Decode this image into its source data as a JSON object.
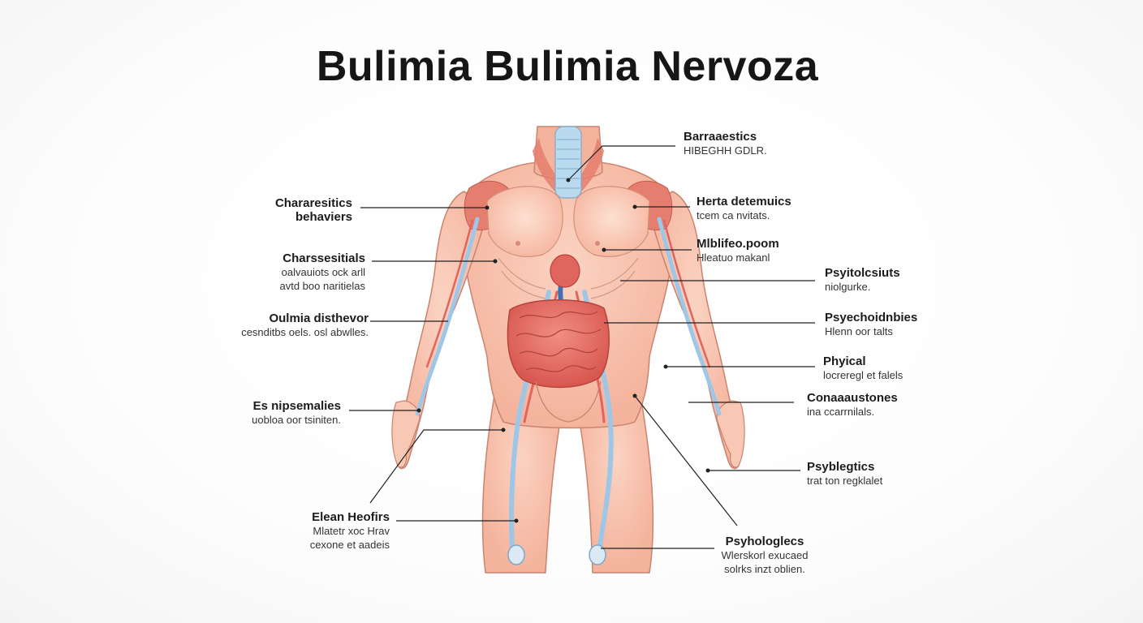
{
  "title": "Bulimia Bulimia Nervoza",
  "colors": {
    "skin": "#f7c3ae",
    "skin_outline": "#c98470",
    "muscle": "#e57e6f",
    "organ": "#e0655e",
    "vessel_blue": "#9ec6e6"
  },
  "labels": {
    "l1": {
      "heading": "Chararesitics",
      "sub1": "behaviers"
    },
    "l2": {
      "heading": "Charssesitials",
      "sub1": "oalvauiots ock arll",
      "sub2": "avtd boo naritielas"
    },
    "l3": {
      "heading": "Oulmia disthevor",
      "sub1": "cesnditbs oels. osl abwlles."
    },
    "l4": {
      "heading": "Es nipsemalies",
      "sub1": "uobloa oor tsiniten."
    },
    "l5": {
      "heading": "Elean Heofirs",
      "sub1": "Mlatetr xoc Hrav",
      "sub2": "cexone et aadeis"
    },
    "r1": {
      "heading": "Barraaestics",
      "sub1": "HIBEGHH GDLR."
    },
    "r2": {
      "heading": "Herta detemuics",
      "sub1": "tcem ca nvitats."
    },
    "r3": {
      "heading": "Mlblifeo.poom",
      "sub1": "Hleatuo makanl"
    },
    "r4": {
      "heading": "Psyitolcsiuts",
      "sub1": "niolgurke."
    },
    "r5": {
      "heading": "Psyechoidnbies",
      "sub1": "Hlenn oor talts"
    },
    "r6": {
      "heading": "Phyical",
      "sub1": "locreregl et falels"
    },
    "r7": {
      "heading": "Conaaaustones",
      "sub1": "ina ccarrnilals."
    },
    "r8": {
      "heading": "Psyblegtics",
      "sub1": "trat ton regklalet"
    },
    "r9": {
      "heading": "Psyhologlecs",
      "sub1": "Wlerskorl exucaed",
      "sub2": "solrks inzt oblien."
    }
  }
}
